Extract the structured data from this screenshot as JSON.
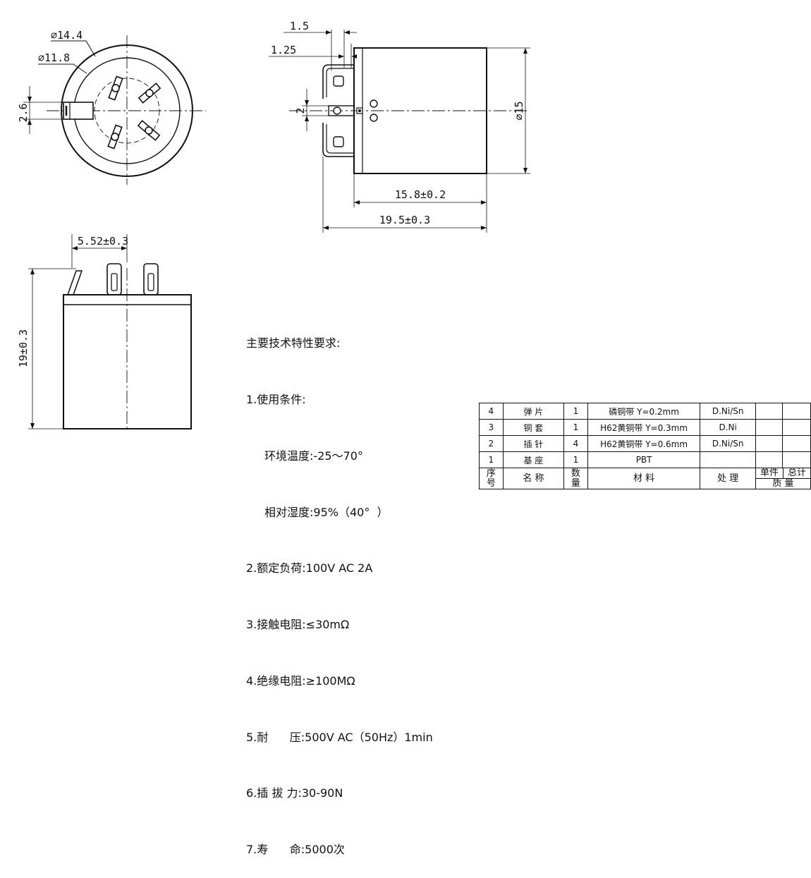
{
  "dimensions": {
    "top_view": {
      "outer_dia": "⌀14.4",
      "inner_dia": "⌀11.8",
      "slot": "2.6"
    },
    "side_view": {
      "lead_width": "1.5",
      "lead_gap": "1.25",
      "hole_pitch": "2",
      "body_dia": "⌀15",
      "body_len": "15.8±0.2",
      "total_len": "19.5±0.3"
    },
    "front_view": {
      "terminal_pos": "5.52±0.3",
      "height": "19±0.3"
    }
  },
  "requirements": {
    "title": "主要技术特性要求:",
    "lines": [
      "1.使用条件:",
      "环境温度:-25～70°",
      "相对湿度:95%（40°  ）",
      "2.额定负荷:100V AC 2A",
      "3.接触电阻:≤30mΩ",
      "4.绝缘电阻:≥100MΩ",
      "5.耐      压:500V AC（50Hz）1min",
      "6.插 拔 力:30-90N",
      "7.寿      命:5000次"
    ]
  },
  "bom": {
    "rows": [
      {
        "no": "4",
        "name": "弹 片",
        "qty": "1",
        "material": "磷铜带 Y=0.2mm",
        "treatment": "D.Ni/Sn"
      },
      {
        "no": "3",
        "name": "铜 套",
        "qty": "1",
        "material": "H62黄铜带 Y=0.3mm",
        "treatment": "D.Ni"
      },
      {
        "no": "2",
        "name": "插 针",
        "qty": "4",
        "material": "H62黄铜带 Y=0.6mm",
        "treatment": "D.Ni/Sn"
      },
      {
        "no": "1",
        "name": "基 座",
        "qty": "1",
        "material": "PBT",
        "treatment": ""
      }
    ],
    "header": {
      "no": [
        "序",
        "号"
      ],
      "name": "名  称",
      "qty": [
        "数",
        "量"
      ],
      "material": "材      料",
      "treatment": "处    理",
      "mass": [
        "单件",
        "总计",
        "质  量"
      ]
    }
  }
}
